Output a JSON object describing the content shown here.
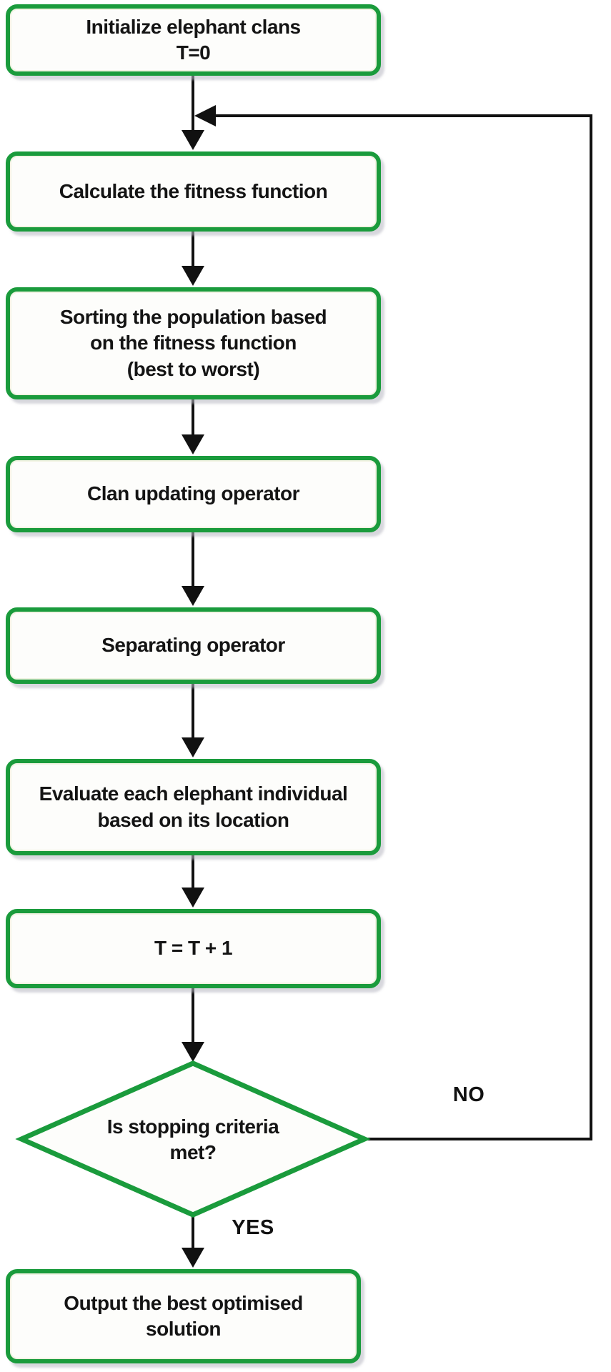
{
  "figure": {
    "type": "flowchart",
    "accent_color": "#1a9b3c",
    "line_color": "#111111",
    "nodes": [
      {
        "id": "init",
        "shape": "rounded-rect",
        "label": "Initialize elephant clans\nT=0"
      },
      {
        "id": "calc",
        "shape": "rounded-rect",
        "label": "Calculate the fitness function"
      },
      {
        "id": "sort",
        "shape": "rounded-rect",
        "label": "Sorting the population based\non the fitness function\n(best to worst)"
      },
      {
        "id": "clan",
        "shape": "rounded-rect",
        "label": "Clan updating operator"
      },
      {
        "id": "sep",
        "shape": "rounded-rect",
        "label": "Separating operator"
      },
      {
        "id": "eval",
        "shape": "rounded-rect",
        "label": "Evaluate each elephant individual\nbased on its location"
      },
      {
        "id": "inc",
        "shape": "rounded-rect",
        "label": "T = T + 1"
      },
      {
        "id": "decision",
        "shape": "diamond",
        "label": "Is stopping criteria\nmet?"
      },
      {
        "id": "output",
        "shape": "rounded-rect",
        "label": "Output the best optimised\nsolution"
      }
    ],
    "edge_labels": {
      "no": "NO",
      "yes": "YES"
    }
  }
}
